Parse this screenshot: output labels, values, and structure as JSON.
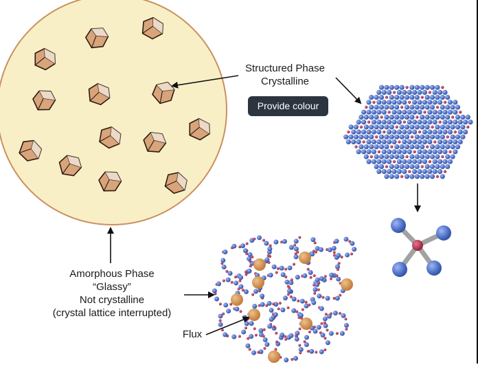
{
  "labels": {
    "structured_line1": "Structured Phase",
    "structured_line2": "Crystalline",
    "amorphous_line1": "Amorphous Phase",
    "amorphous_line2": "“Glassy”",
    "amorphous_line3": "Not crystalline",
    "amorphous_line4": "(crystal lattice interrupted)",
    "flux": "Flux"
  },
  "button": {
    "provide_colour": "Provide colour"
  },
  "colors": {
    "glass_fill": "#f8efc6",
    "glass_border": "#c9905d",
    "crystal_fill": "#d9a47a",
    "atom_blue": "#4f72c6",
    "atom_red": "#b42a4a",
    "flux_orange": "#d6934e",
    "bond_gray": "#9c9c9c",
    "button_bg": "#2c3440"
  }
}
